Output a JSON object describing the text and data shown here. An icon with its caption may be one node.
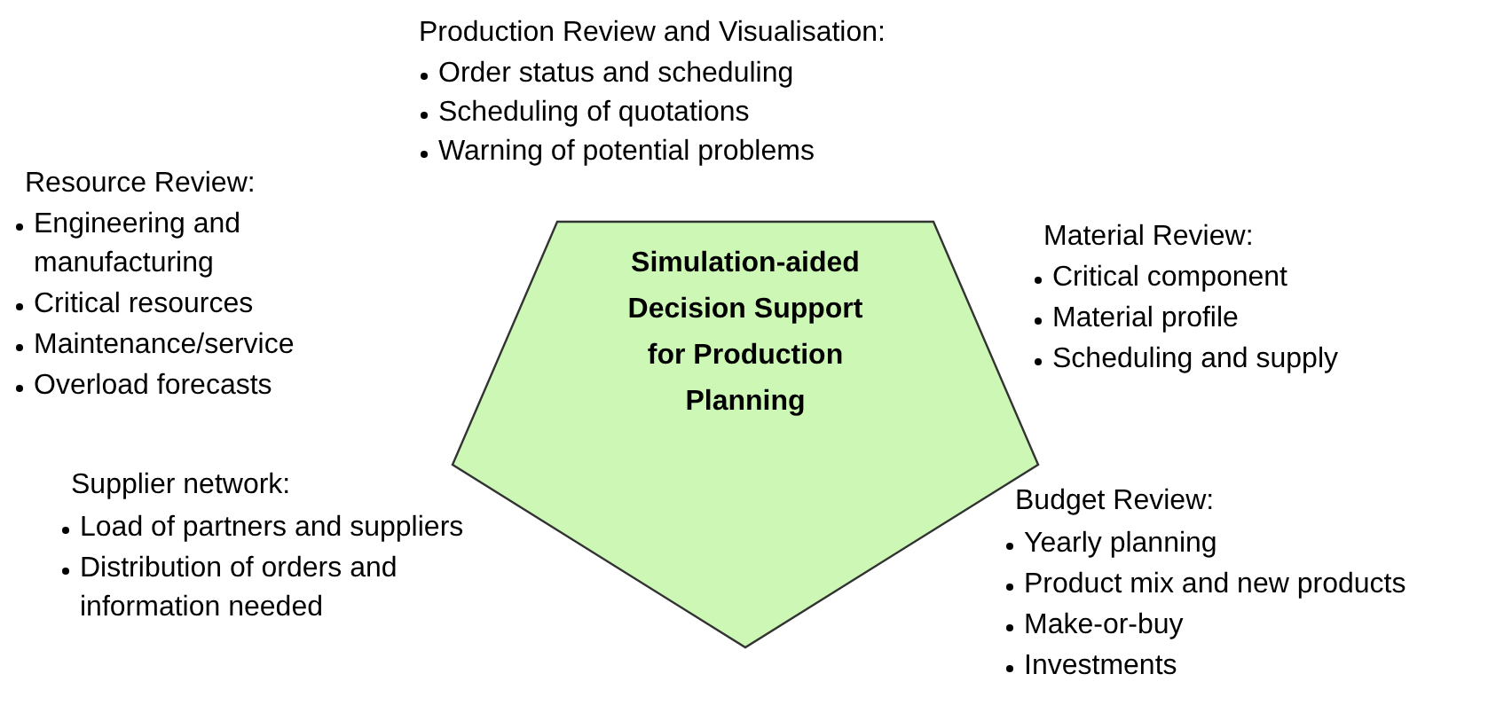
{
  "diagram": {
    "nodes": [
      {
        "text": [
          "Simulation-aided Decision Support for Production Planning"
        ]
      }
    ],
    "edges": [],
    "labels": [
      "Production Review and Visualisation:",
      "Order status and scheduling",
      "Scheduling of quotations",
      "Warning of potential problems",
      "Resource Review:",
      "Engineering and manufacturing",
      "Critical resources",
      "Maintenance/service",
      "Overload forecasts",
      "Material Review:",
      "Critical component",
      "Material profile",
      "Scheduling and supply",
      "Supplier network:",
      "Load of partners and suppliers",
      "Distribution of orders and information needed",
      "Budget Review:",
      "Yearly planning",
      "Product mix and new products",
      "Make-or-buy",
      "Investments"
    ]
  }
}
